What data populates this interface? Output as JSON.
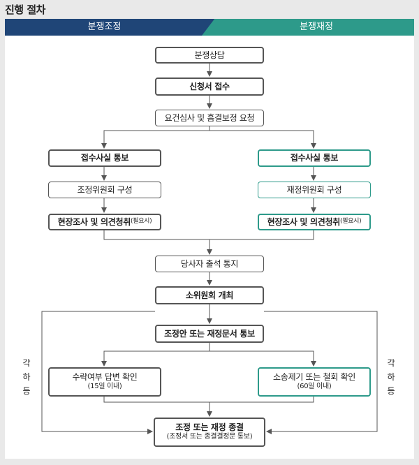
{
  "title": "진행 절차",
  "tabs": {
    "left": "분쟁조정",
    "right": "분쟁재정"
  },
  "steps": {
    "consult": "분쟁상담",
    "apply": "신청서 접수",
    "review": "요건심사 및 흠결보정 요청",
    "left_receipt": "접수사실 통보",
    "left_committee": "조정위원회 구성",
    "left_survey": "현장조사 및 의견청취",
    "left_survey_note": "(필요시)",
    "right_receipt": "접수사실 통보",
    "right_committee": "재정위원회 구성",
    "right_survey": "현장조사 및 의견청취",
    "right_survey_note": "(필요시)",
    "notify": "당사자 출석 통지",
    "subcommittee": "소위원회 개최",
    "document": "조정안 또는 재정문서 통보",
    "accept": "수락여부 답변 확인",
    "accept_note": "(15일 이내)",
    "lawsuit": "소송제기 또는 철회 확인",
    "lawsuit_note": "(60일 이내)",
    "end": "조정 또는 재정 종결",
    "end_note": "(조정서 또는 종결결정문 통보)"
  },
  "side_label": [
    "각",
    "하",
    "등"
  ]
}
